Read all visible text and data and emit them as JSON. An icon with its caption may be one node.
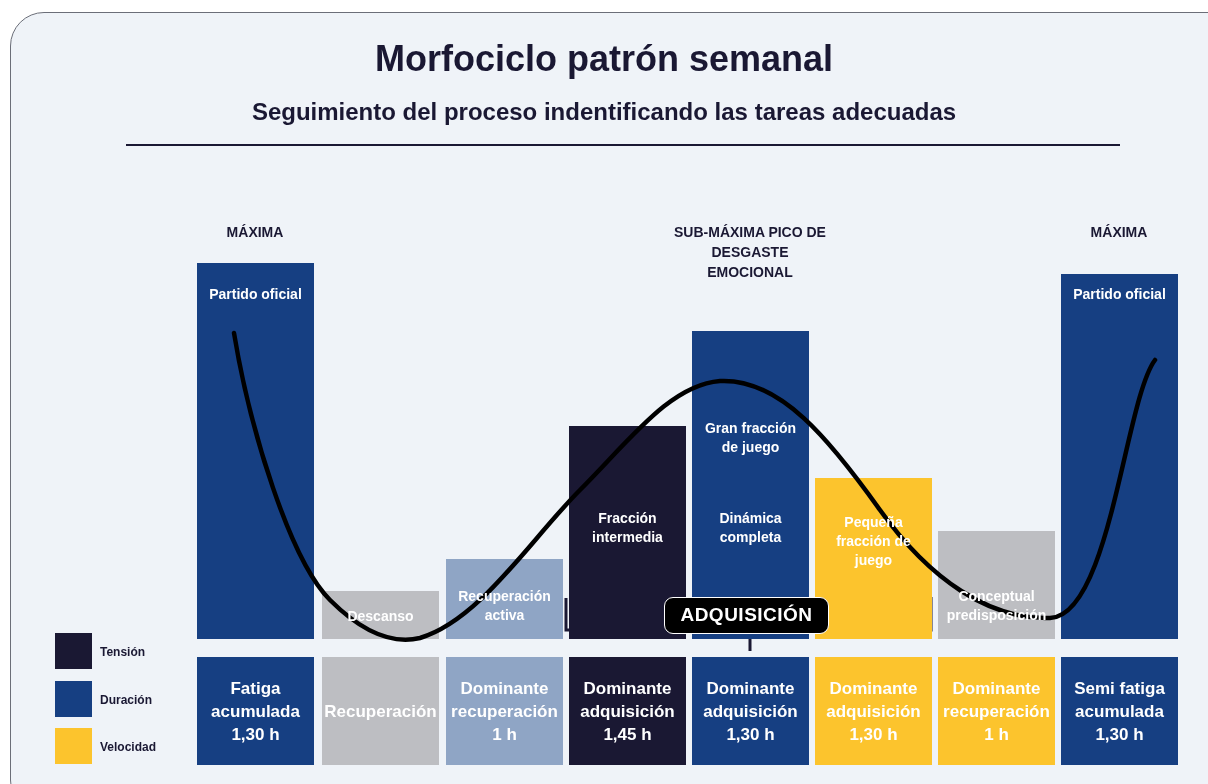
{
  "diagram": {
    "title": "Morfociclo patrón semanal",
    "caption": "Seguimiento del proceso indentificando las tareas adecuadas",
    "nodes": [
      {
        "text": [
          "Partido oficial"
        ],
        "beside": [
          "MÁXIMA"
        ]
      },
      {
        "text": [
          "Descanso"
        ]
      },
      {
        "text": [
          "Recuperación activa"
        ]
      },
      {
        "text": [
          "Fracción intermedia"
        ]
      },
      {
        "text": [
          "Gran fracción de juego",
          "Dinámica completa"
        ],
        "beside": [
          "SUB-MÁXIMA PICO DE DESGASTE EMOCIONAL"
        ]
      },
      {
        "text": [
          "Pequeña fracción de juego"
        ]
      },
      {
        "text": [
          "Conceptual predisposición"
        ]
      },
      {
        "text": [
          "Partido oficial"
        ],
        "beside": [
          "MÁXIMA"
        ]
      },
      {
        "text": [
          "Fatiga acumulada 1,30 h"
        ]
      },
      {
        "text": [
          "Recuperación"
        ]
      },
      {
        "text": [
          "Dominante recuperación 1 h"
        ]
      },
      {
        "text": [
          "Dominante adquisición 1,45 h"
        ]
      },
      {
        "text": [
          "Dominante adquisición 1,30 h"
        ]
      },
      {
        "text": [
          "Dominante adquisición 1,30 h"
        ]
      },
      {
        "text": [
          "Dominante recuperación 1 h"
        ]
      },
      {
        "text": [
          "Semi fatiga acumulada 1,30 h"
        ]
      },
      {
        "text": [
          "ADQUISICIÓN"
        ]
      }
    ],
    "edges": [],
    "legend": [
      {
        "text": "Tensión",
        "color": "#1a1833"
      },
      {
        "text": "Duración",
        "color": "#163f82"
      },
      {
        "text": "Velocidad",
        "color": "#fcc42d"
      }
    ]
  }
}
